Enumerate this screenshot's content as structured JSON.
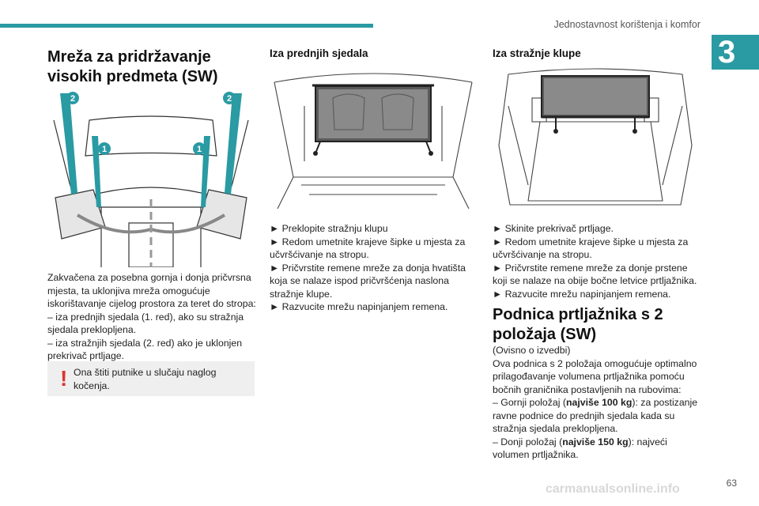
{
  "header": {
    "title": "Jednostavnost korištenja i komfor",
    "chapter_number": "3"
  },
  "section1": {
    "title_line1": "Mreža za pridržavanje",
    "title_line2": "visokih predmeta (SW)",
    "callouts": [
      "2",
      "2",
      "1",
      "1"
    ],
    "paragraph": [
      "Zakvačena za posebna gornja i donja pričvrsna",
      "mjesta, ta uklonjiva mreža omogućuje",
      "iskorištavanje cijelog prostora za teret do stropa:",
      "– iza prednjih sjedala (1. red), ako su stražnja",
      "sjedala preklopljena.",
      "– iza stražnjih sjedala (2. red) ako je uklonjen",
      "prekrivač prtljage."
    ],
    "warning": {
      "icon": "!",
      "line1": "Ona štiti putnike u slučaju naglog",
      "line2": "kočenja."
    }
  },
  "section2": {
    "title": "Iza prednjih sjedala",
    "lines": [
      "► Preklopite stražnju klupu",
      "► Redom umetnite krajeve šipke u mjesta za",
      "učvršćivanje na stropu.",
      "► Pričvrstite remene mreže za donja hvatišta",
      "koja se nalaze ispod pričvršćenja naslona",
      "stražnje klupe.",
      "► Razvucite mrežu napinjanjem remena."
    ]
  },
  "section3": {
    "title": "Iza stražnje klupe",
    "lines": [
      "► Skinite prekrivač prtljage.",
      "► Redom umetnite krajeve šipke u mjesta za",
      "učvršćivanje na stropu.",
      "► Pričvrstite remene mreže za donje prstene",
      "koji se nalaze na obije bočne letvice prtljažnika.",
      "► Razvucite mrežu napinjanjem remena."
    ]
  },
  "section4": {
    "title_line1": "Podnica prtljažnika s 2",
    "title_line2": "položaja (SW)",
    "l1": "(Ovisno o izvedbi)",
    "l2": "Ova podnica s 2 položaja omogućuje optimalno",
    "l3": "prilagođavanje volumena prtljažnika pomoću",
    "l4": "bočnih graničnika postavljenih na rubovima:",
    "l5_pre": "– Gornji položaj (",
    "l5_bold": "najviše 100 kg",
    "l5_post": "): za postizanje",
    "l6": "ravne podnice do prednjih sjedala kada su",
    "l7": "stražnja sjedala preklopljena.",
    "l8_pre": "– Donji položaj (",
    "l8_bold": "najviše 150 kg",
    "l8_post": "): najveći",
    "l9": "volumen prtljažnika."
  },
  "footer": {
    "page_number": "63",
    "watermark": "carmanualsonline.info"
  },
  "colors": {
    "accent": "#2a9aa3",
    "warning": "#e0322e"
  }
}
